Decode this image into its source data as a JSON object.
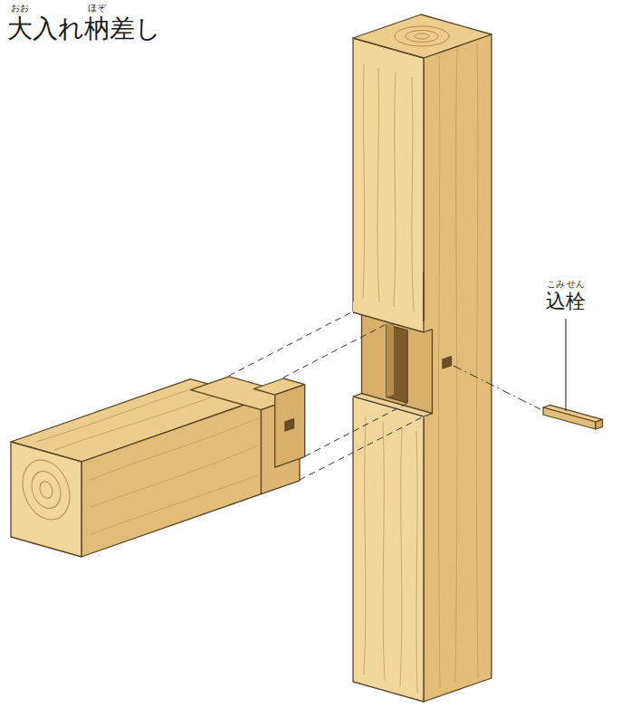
{
  "diagram": {
    "title": "大入れ枘差し",
    "labels": [
      "おお",
      "ほぞ",
      "こみ",
      "せん",
      "込栓"
    ]
  }
}
